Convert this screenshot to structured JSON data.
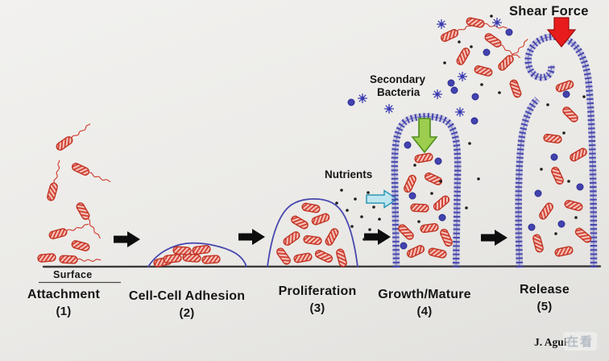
{
  "stages": [
    {
      "label": "Attachment",
      "number": "(1)"
    },
    {
      "label": "Cell-Cell Adhesion",
      "number": "(2)"
    },
    {
      "label": "Proliferation",
      "number": "(3)"
    },
    {
      "label": "Growth/Mature",
      "number": "(4)"
    },
    {
      "label": "Release",
      "number": "(5)"
    }
  ],
  "annotations": {
    "shear_force": "Shear Force",
    "secondary_bacteria_line1": "Secondary",
    "secondary_bacteria_line2": "Bacteria",
    "nutrients": "Nutrients",
    "surface": "Surface"
  },
  "signature": "J. Agui",
  "watermark": "在看",
  "colors": {
    "background": "#ebeae7",
    "ink_blue": "#4646ae",
    "bacteria_red": "#cf3b2b",
    "arrow_black": "#0d0d0d",
    "arrow_green": "#9ccd4e",
    "arrow_cyan": "#bfe6ef",
    "arrow_red": "#e81c1c",
    "text": "#161616"
  },
  "icons": {
    "stage-arrow-icon": "black right block arrow",
    "green-down-arrow-icon": "green down arrow (secondary bacteria settling)",
    "cyan-right-arrow-icon": "cyan right arrow (nutrient flow)",
    "red-down-arrow-icon": "red down arrow (shear force)",
    "rod-bacterium-icon": "red hatched rod bacterium",
    "flagellated-bacterium-icon": "red rod bacterium with flagellum",
    "secondary-bacterium-icon": "blue spiky star microbe",
    "nutrient-dot-icon": "small black dot",
    "microcolony-dot-icon": "solid blue circle"
  }
}
